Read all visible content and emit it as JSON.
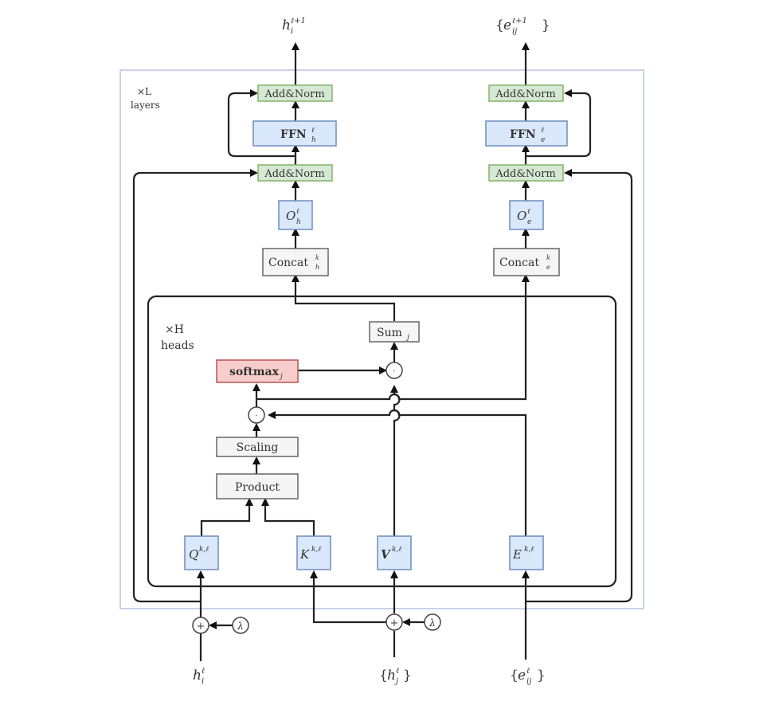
{
  "diagram": {
    "title": "Graph Transformer layer with edge features",
    "outer_frame": {
      "repeat_symbol": "×L",
      "repeat_label": "layers"
    },
    "inner_frame": {
      "repeat_symbol": "×H",
      "repeat_label": "heads"
    },
    "outputs": {
      "node": {
        "base": "h",
        "sub": "i",
        "sup": "ℓ+1"
      },
      "edge": {
        "open": "{",
        "base": "e",
        "sub": "ij",
        "sup": "ℓ+1",
        "close": "}"
      }
    },
    "inputs": {
      "node_i": {
        "base": "h",
        "sub": "i",
        "sup": "ℓ"
      },
      "node_j": {
        "open": "{",
        "base": "h",
        "sub": "j",
        "sup": "ℓ",
        "close": "}"
      },
      "edge": {
        "open": "{",
        "base": "e",
        "sub": "ij",
        "sup": "ℓ",
        "close": "}"
      }
    },
    "blocks": {
      "addnorm_h_top": "Add&Norm",
      "ffn_h": {
        "base": "FFN",
        "sup": "ℓ",
        "sub": "h"
      },
      "addnorm_h_bottom": "Add&Norm",
      "o_h": {
        "base": "O",
        "sup": "ℓ",
        "sub": "h"
      },
      "concat_h": {
        "base": "Concat",
        "sup": "k",
        "sub": "h"
      },
      "addnorm_e_top": "Add&Norm",
      "ffn_e": {
        "base": "FFN",
        "sup": "ℓ",
        "sub": "e"
      },
      "addnorm_e_bottom": "Add&Norm",
      "o_e": {
        "base": "O",
        "sup": "ℓ",
        "sub": "e"
      },
      "concat_e": {
        "base": "Concat",
        "sup": "k",
        "sub": "e"
      },
      "sum": {
        "base": "Sum",
        "sub": "j"
      },
      "softmax": {
        "base": "softmax",
        "sub": "j"
      },
      "scaling": "Scaling",
      "product": "Product",
      "q": {
        "base": "Q",
        "sup": "k,ℓ"
      },
      "k": {
        "base": "K",
        "sup": "k,ℓ"
      },
      "v": {
        "base": "V",
        "sup": "k,ℓ"
      },
      "e": {
        "base": "E",
        "sup": "k,ℓ"
      }
    },
    "operators": {
      "dot": "·",
      "plus": "+",
      "lambda": "λ"
    },
    "colors": {
      "addnorm": "#d5e8d4",
      "linear": "#dae8fc",
      "op": "#f5f5f5",
      "softmax": "#f8cecc",
      "outer_frame": "#b8c4e0"
    }
  }
}
